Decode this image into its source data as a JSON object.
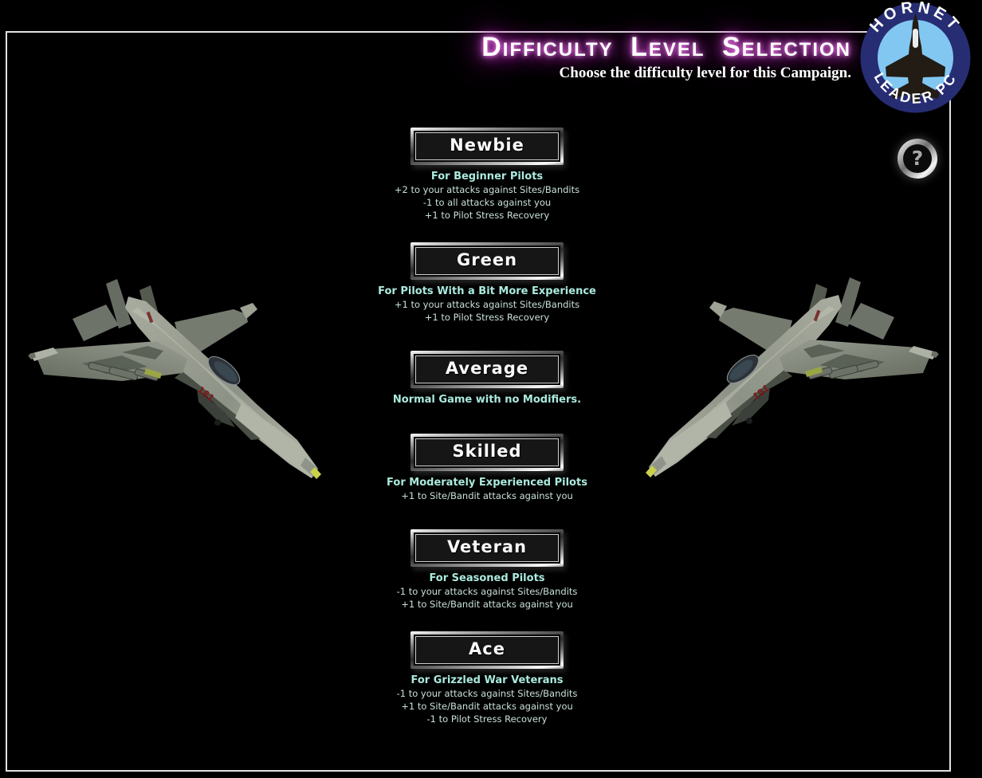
{
  "header": {
    "title": "Difficulty Level Selection",
    "subtitle": "Choose the difficulty level for this Campaign."
  },
  "logo": {
    "top_text": "HORNET",
    "bottom_text": "LEADER PC",
    "ring_color": "#272d73",
    "center_color": "#82c7f2"
  },
  "help": {
    "label": "?"
  },
  "difficulties": [
    {
      "label": "Newbie",
      "header": "For Beginner Pilots",
      "lines": [
        "+2 to your attacks against Sites/Bandits",
        "-1 to all attacks against you",
        "+1 to Pilot Stress Recovery"
      ]
    },
    {
      "label": "Green",
      "header": "For Pilots With a Bit More Experience",
      "lines": [
        "+1 to your attacks against Sites/Bandits",
        "+1 to Pilot Stress Recovery"
      ]
    },
    {
      "label": "Average",
      "header": "Normal Game with no Modifiers.",
      "lines": []
    },
    {
      "label": "Skilled",
      "header": "For Moderately Experienced Pilots",
      "lines": [
        "+1 to Site/Bandit attacks against you"
      ]
    },
    {
      "label": "Veteran",
      "header": "For Seasoned Pilots",
      "lines": [
        "-1 to your attacks against Sites/Bandits",
        "+1 to Site/Bandit attacks against you"
      ]
    },
    {
      "label": "Ace",
      "header": "For Grizzled War Veterans",
      "lines": [
        "-1 to your attacks against Sites/Bandits",
        "+1 to Site/Bandit attacks against you",
        "-1 to Pilot Stress Recovery"
      ]
    }
  ],
  "colors": {
    "title_glow": "#c23ac2",
    "desc_header": "#abeade",
    "desc_line": "#c9e0db",
    "background": "#000000",
    "frame_border": "#e2e2e2",
    "nose_tip": "#c9d04e"
  }
}
